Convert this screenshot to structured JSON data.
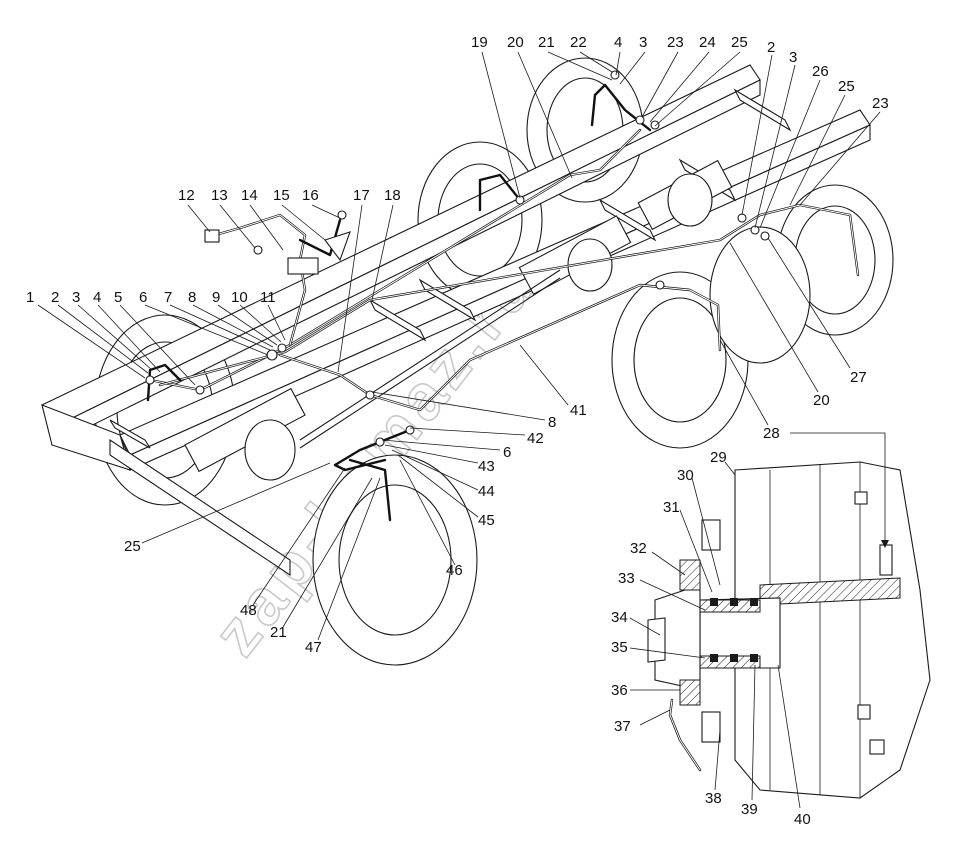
{
  "watermark": "zap-kamaz.ru",
  "callouts_main": [
    "1",
    "2",
    "3",
    "4",
    "5",
    "6",
    "7",
    "8",
    "9",
    "10",
    "11",
    "12",
    "13",
    "14",
    "15",
    "16",
    "17",
    "18",
    "19",
    "20",
    "21",
    "22",
    "4",
    "3",
    "23",
    "24",
    "25",
    "2",
    "3",
    "26",
    "25",
    "23",
    "27",
    "20",
    "41",
    "8",
    "42",
    "6",
    "43",
    "44",
    "45",
    "46",
    "25",
    "48",
    "21",
    "47",
    "28"
  ],
  "callouts_detail": [
    "29",
    "30",
    "31",
    "32",
    "33",
    "34",
    "35",
    "36",
    "37",
    "38",
    "39",
    "40"
  ]
}
